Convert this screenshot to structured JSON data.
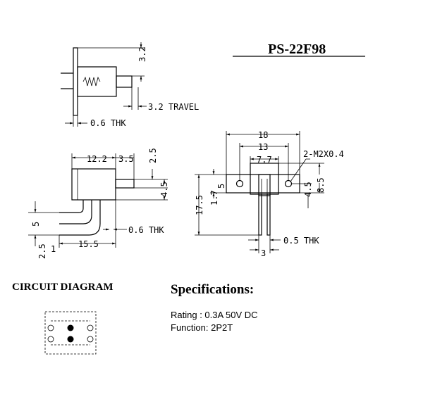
{
  "title": "PS-22F98",
  "side_view": {
    "dim_height": "3.2",
    "dim_travel": "3.2 TRAVEL",
    "dim_thickness": "0.6 THK"
  },
  "front_view": {
    "dim_body": "12.2",
    "dim_actuator": "3.5",
    "dim_actuator_w": "2.5",
    "dim_actuator_h": "4.5",
    "dim_pin_gap": "5",
    "dim_pin_offset": "2.5",
    "dim_pin_step": "1",
    "dim_pin_length": "15.5",
    "dim_pin_thk": "0.6 THK"
  },
  "top_view": {
    "dim_overall": "18",
    "dim_mount": "13",
    "dim_slot": "7.7",
    "hole_note": "2-M2X0.4",
    "dim_left_5": "5",
    "dim_left_1_7": "1.7",
    "dim_left_17_5": "17.5",
    "dim_right_4_5": "4.5",
    "dim_right_8_5": "8.5",
    "dim_pin_thk": "0.5 THK",
    "dim_pin_w": "3"
  },
  "circuit": {
    "title": "CIRCUIT DIAGRAM"
  },
  "specs": {
    "title": "Specifications:",
    "rating": "Rating : 0.3A 50V DC",
    "function": "Function: 2P2T"
  }
}
